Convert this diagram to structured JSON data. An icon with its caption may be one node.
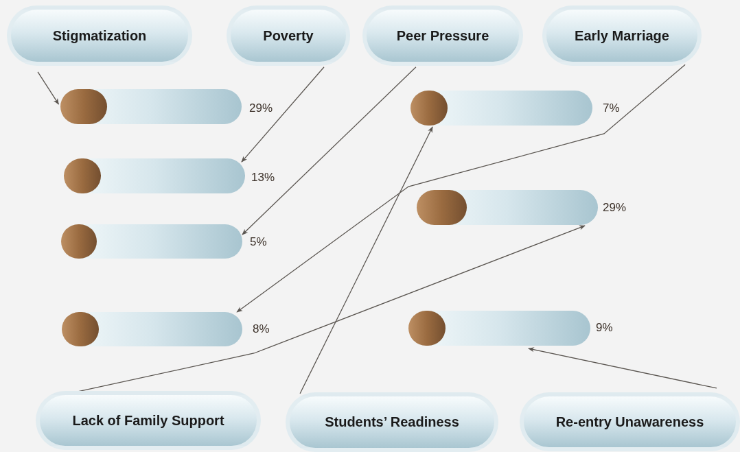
{
  "diagram": {
    "nodes": [
      {
        "text": [
          "Stigmatization"
        ]
      },
      {
        "text": [
          "Poverty"
        ]
      },
      {
        "text": [
          "Peer Pressure"
        ]
      },
      {
        "text": [
          "Early Marriage"
        ]
      },
      {
        "text": [],
        "shape": "bar",
        "beside": [
          "29%"
        ]
      },
      {
        "text": [],
        "shape": "bar",
        "beside": [
          "13%"
        ]
      },
      {
        "text": [],
        "shape": "bar",
        "beside": [
          "5%"
        ]
      },
      {
        "text": [],
        "shape": "bar",
        "beside": [
          "8%"
        ]
      },
      {
        "text": [],
        "shape": "bar",
        "beside": [
          "7%"
        ]
      },
      {
        "text": [],
        "shape": "bar",
        "beside": [
          "29%"
        ]
      },
      {
        "text": [],
        "shape": "bar",
        "beside": [
          "9%"
        ]
      },
      {
        "text": [
          "Lack of Family Support"
        ]
      },
      {
        "text": [
          "Students’ Readiness"
        ]
      },
      {
        "text": [
          "Re-entry Unawareness"
        ]
      }
    ],
    "edges": [
      {
        "from": 0,
        "to": 4,
        "arrow": "to"
      },
      {
        "from": 1,
        "to": 5,
        "arrow": "to"
      },
      {
        "from": 2,
        "to": 6,
        "arrow": "to"
      },
      {
        "from": 3,
        "to": 7,
        "arrow": "to"
      },
      {
        "from": 11,
        "to": 9,
        "arrow": "to"
      },
      {
        "from": 12,
        "to": 8,
        "arrow": "to"
      },
      {
        "from": 13,
        "to": 10,
        "arrow": "to"
      }
    ]
  }
}
